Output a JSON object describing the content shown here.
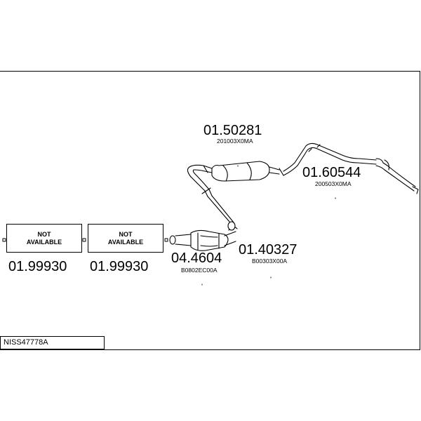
{
  "kit": {
    "reference": "NISS47778A"
  },
  "unavailable_parts": [
    {
      "box_line1": "NOT",
      "box_line2": "AVAILABLE",
      "part_number": "01.99930"
    },
    {
      "box_line1": "NOT",
      "box_line2": "AVAILABLE",
      "part_number": "01.99930"
    }
  ],
  "parts": [
    {
      "id": "catalytic-converter",
      "part_number": "04.4604",
      "oem_number": "B0802EC00A"
    },
    {
      "id": "front-pipe",
      "part_number": "01.40327",
      "oem_number": "B00303X00A"
    },
    {
      "id": "centre-silencer",
      "part_number": "01.50281",
      "oem_number": "201003X0MA"
    },
    {
      "id": "rear-silencer",
      "part_number": "01.60544",
      "oem_number": "200503X0MA"
    }
  ]
}
